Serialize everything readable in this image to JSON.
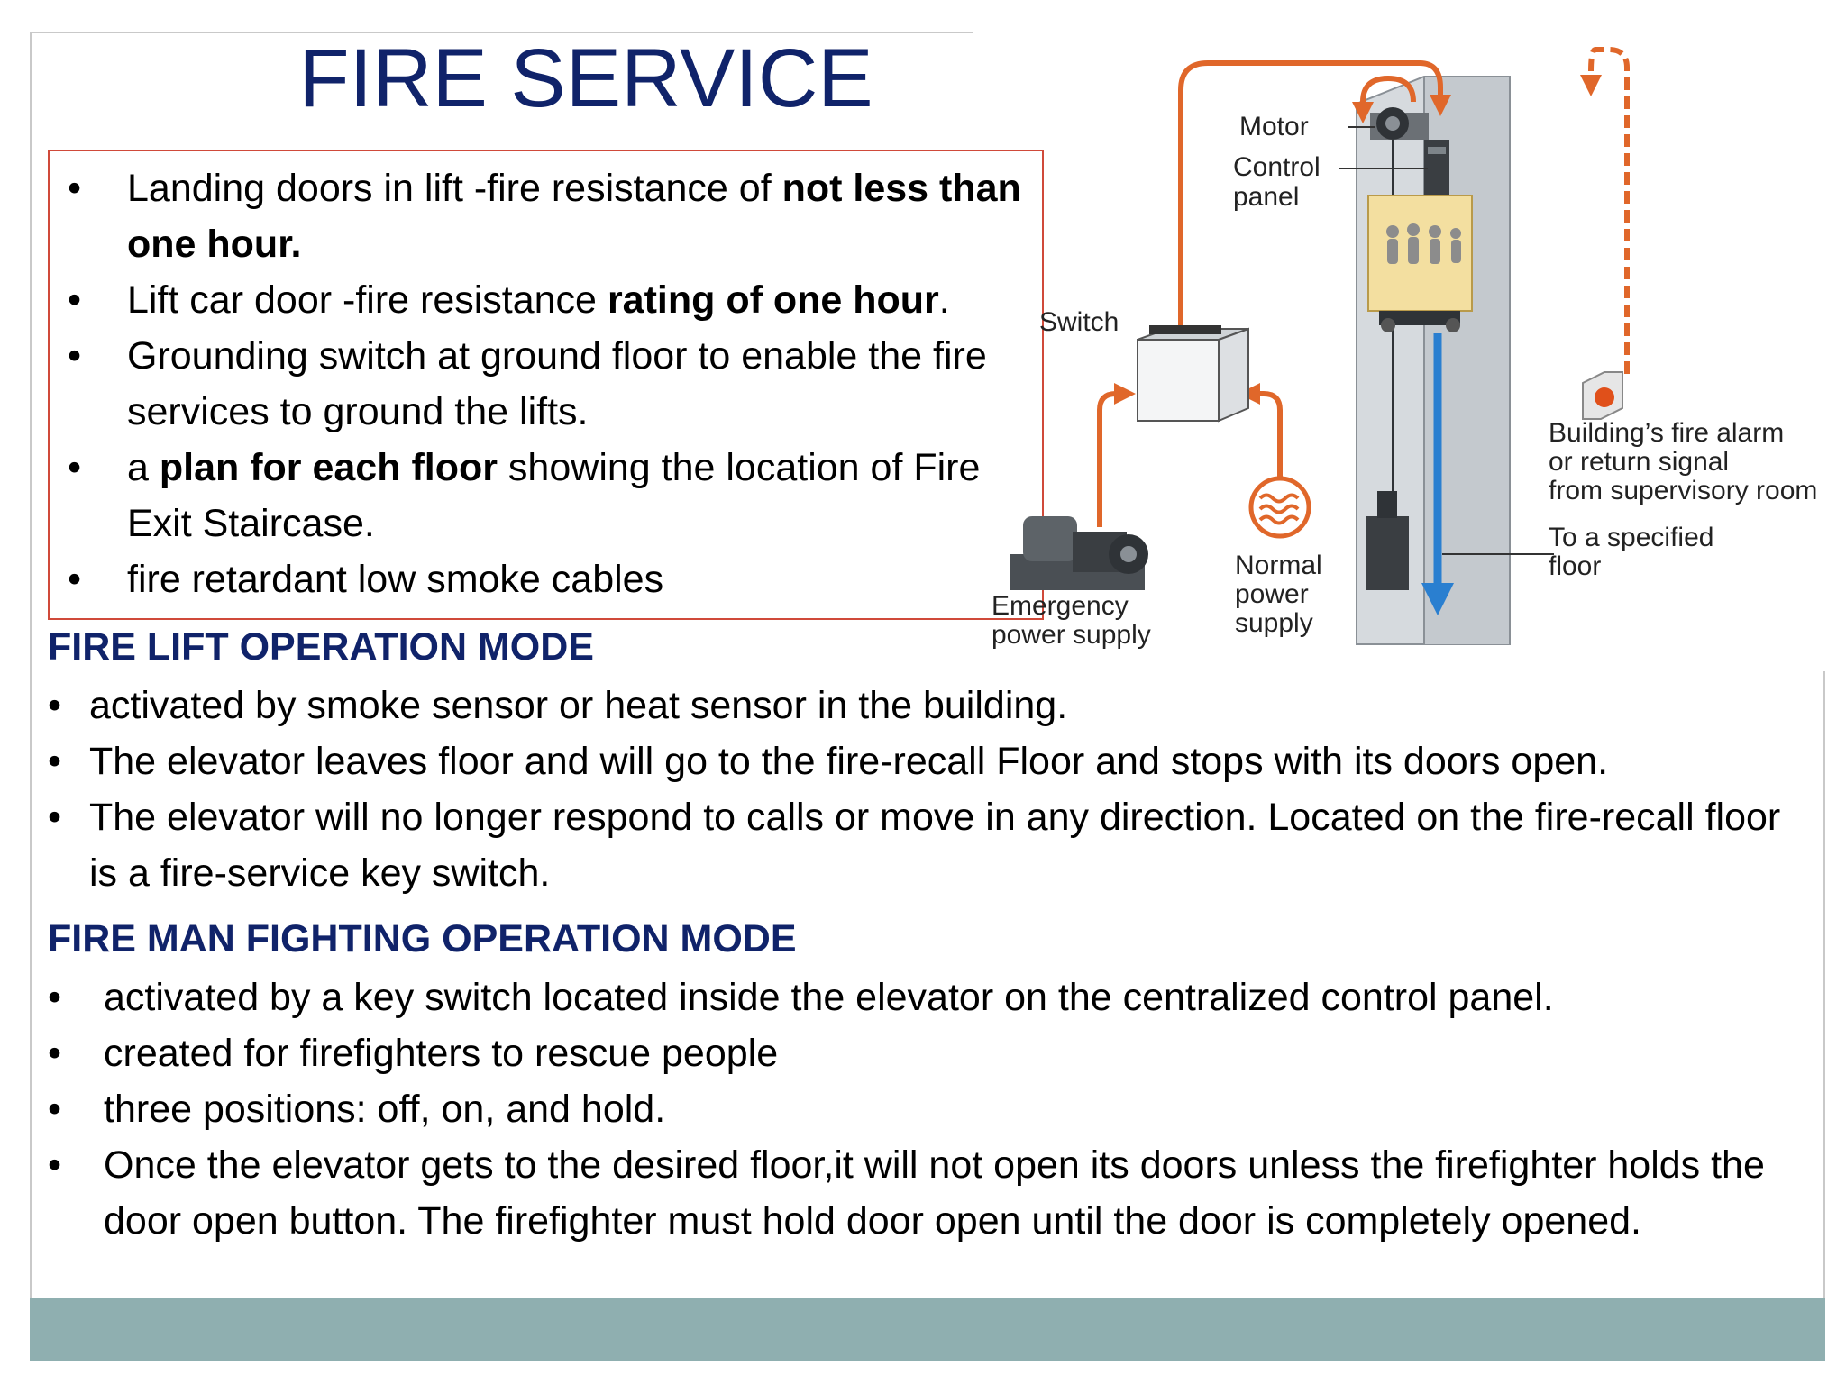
{
  "title": "FIRE SERVICE",
  "bullet": "•",
  "top_list": [
    {
      "a": "Landing doors in lift -fire resistance of ",
      "b": "not less than one hour.",
      "c": ""
    },
    {
      "a": "Lift car door -fire resistance ",
      "b": "rating of one hour",
      "c": "."
    },
    {
      "a": "Grounding switch at ground floor to enable the fire services to ground the lifts.",
      "b": "",
      "c": ""
    },
    {
      "a": "a ",
      "b": "plan for each floor",
      "c": " showing the location of Fire Exit Staircase."
    },
    {
      "a": "fire retardant low smoke cables",
      "b": "",
      "c": ""
    }
  ],
  "fire_lift": {
    "heading": "FIRE LIFT OPERATION MODE",
    "items": [
      "activated by smoke sensor or heat sensor in the building.",
      "The elevator leaves floor and will go to the fire-recall Floor and stops with its doors open.",
      "The elevator will no longer respond to calls or move in any direction. Located on the fire-recall floor is a fire-service key switch."
    ]
  },
  "fireman": {
    "heading": "FIRE MAN FIGHTING OPERATION MODE",
    "items": [
      "activated by a key switch located inside the elevator on the centralized control panel.",
      "created for firefighters to rescue people",
      "three positions: off, on, and hold.",
      "Once the elevator gets to the desired floor,it will not open its doors unless the firefighter holds the door open button. The firefighter must hold door open until the door is completely opened."
    ]
  },
  "diagram": {
    "motor": "Motor",
    "control_1": "Control",
    "control_2": "panel",
    "switch": "Switch",
    "alarm_1": "Building’s fire alarm",
    "alarm_2": "or return signal",
    "alarm_3": "from supervisory room",
    "floor_1": "To a specified",
    "floor_2": "floor",
    "normal_1": "Normal",
    "normal_2": "power",
    "normal_3": "supply",
    "emergency_1": "Emergency",
    "emergency_2": "power supply"
  },
  "colors": {
    "title": "#10236a",
    "heading": "#10236a",
    "box_border": "#d04a3a",
    "footer": "#8fafb0",
    "arrow_orange": "#e0672a",
    "arrow_blue": "#2a7fd0"
  }
}
